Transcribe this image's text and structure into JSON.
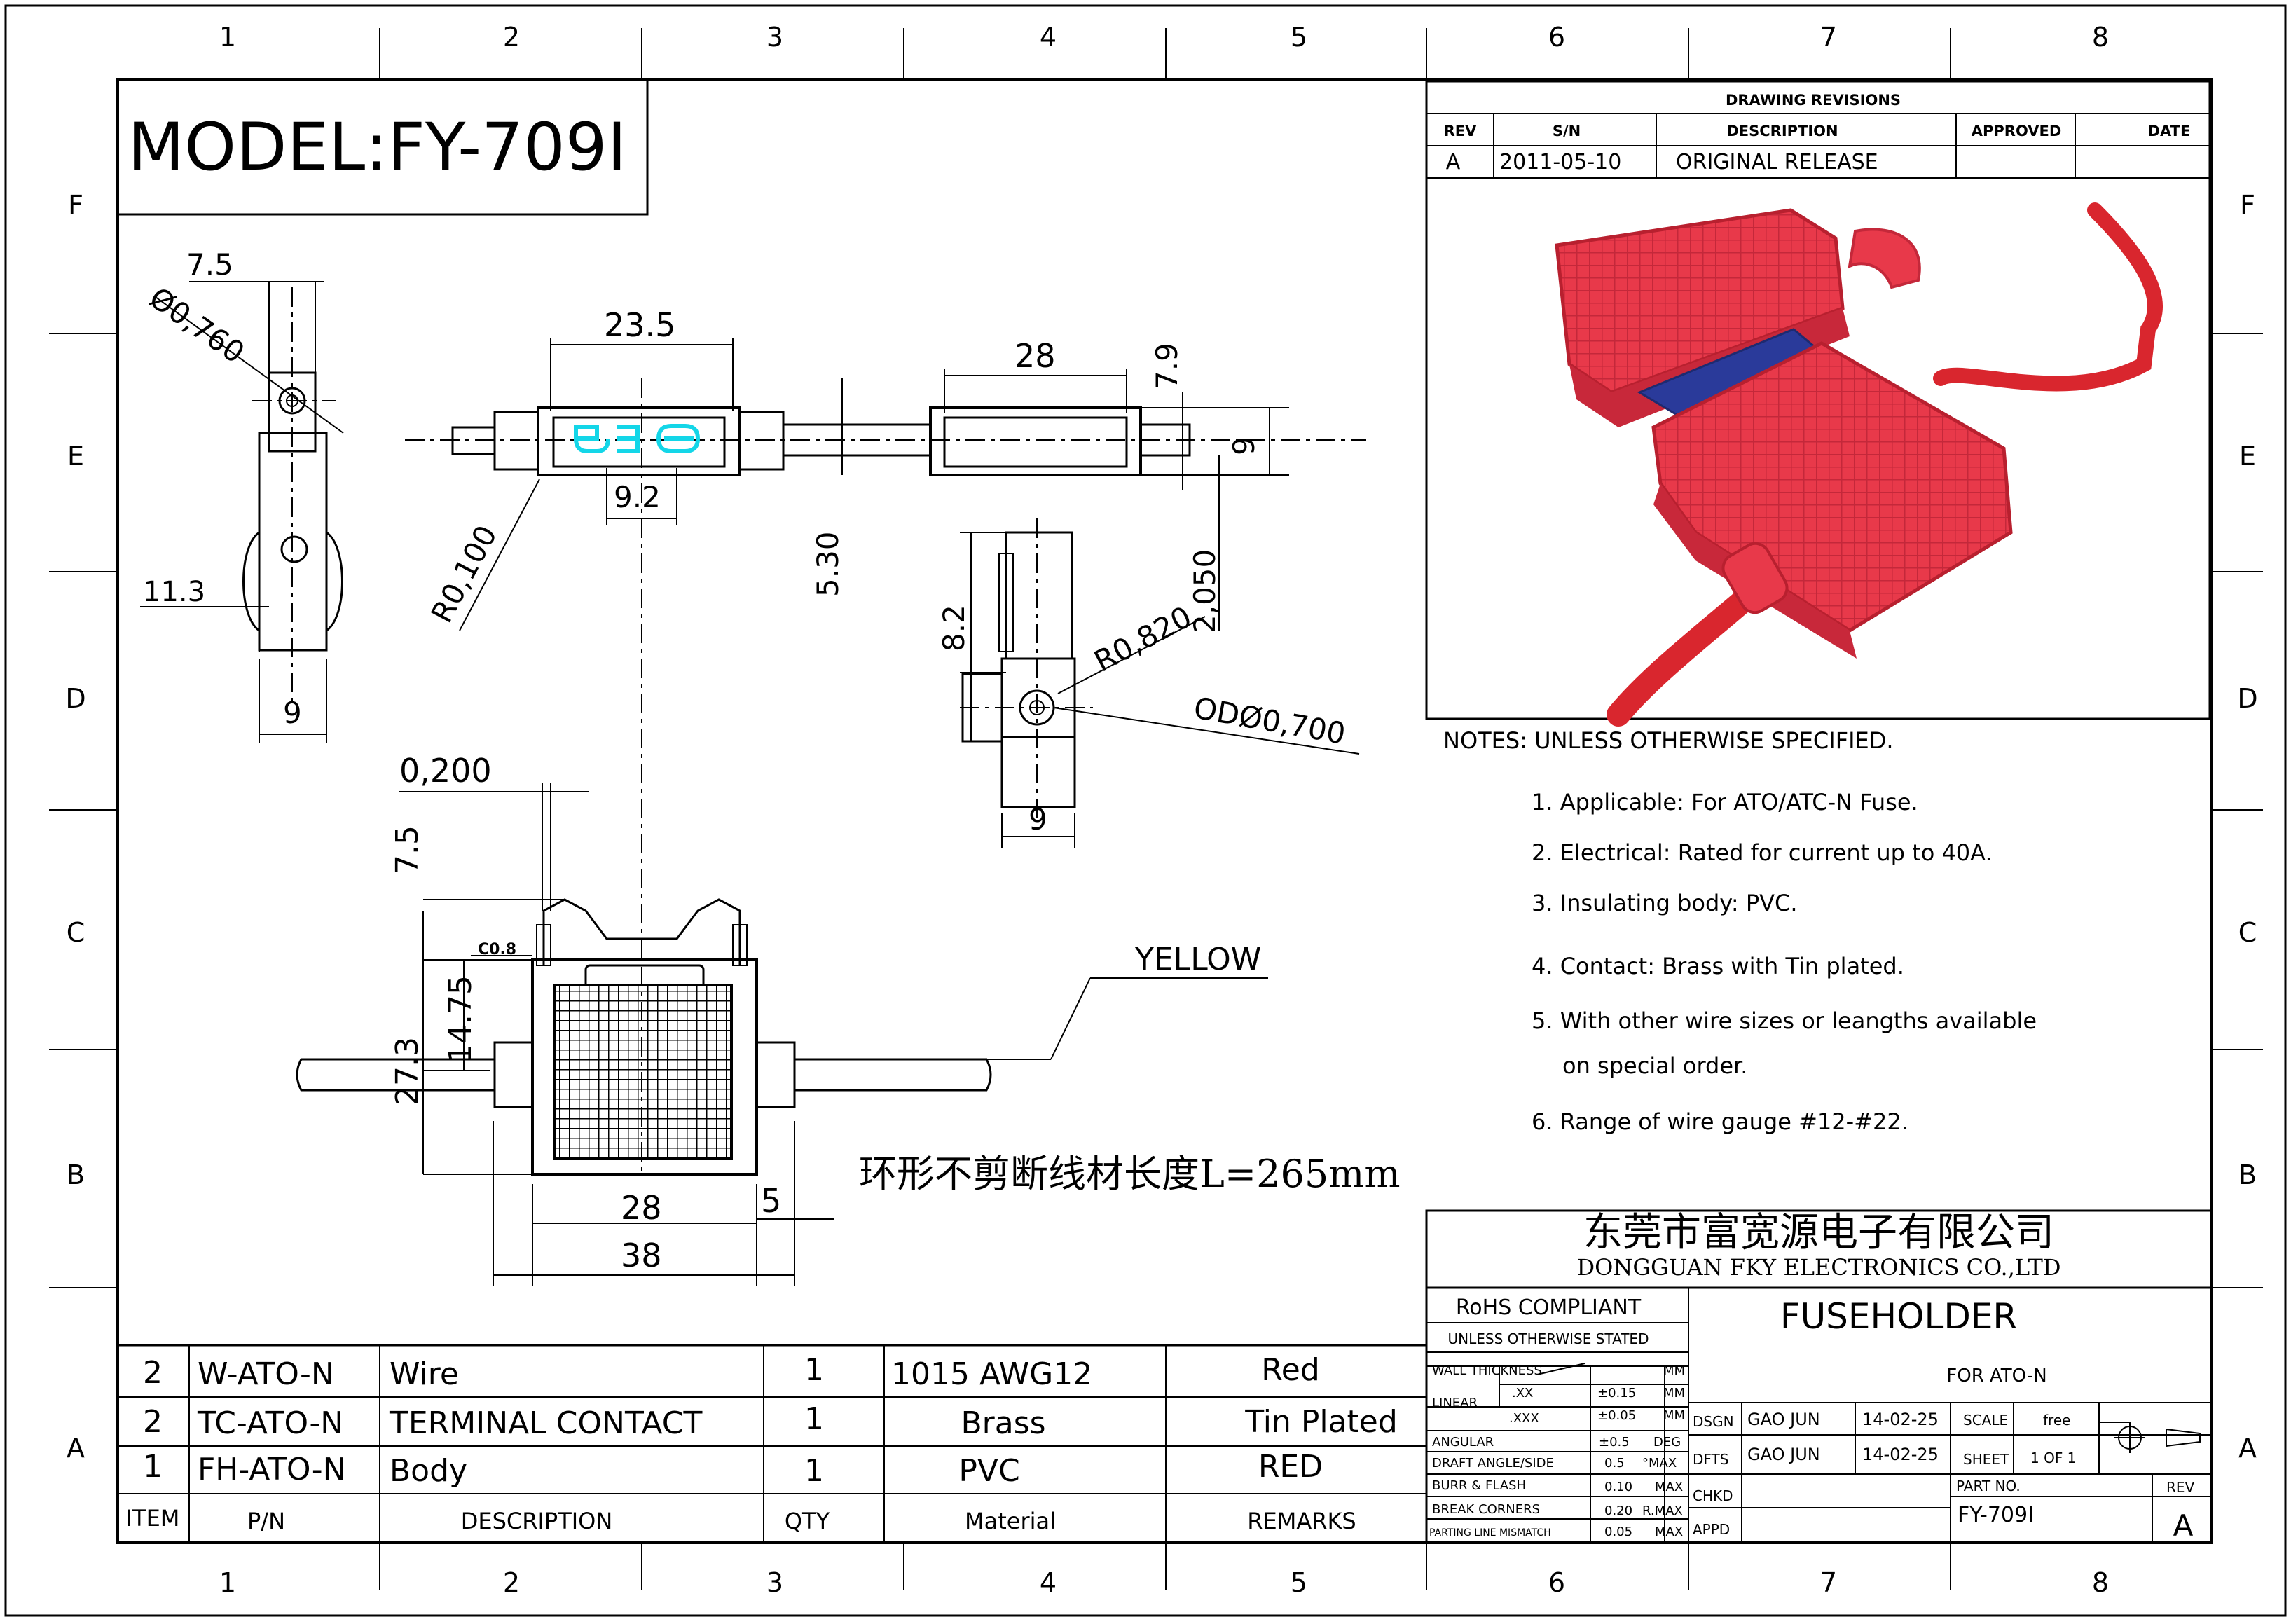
{
  "model_title": "MODEL:FY-709I",
  "zone_columns": [
    "1",
    "2",
    "3",
    "4",
    "5",
    "6",
    "7",
    "8"
  ],
  "zone_rows": [
    "F",
    "E",
    "D",
    "C",
    "B",
    "A"
  ],
  "revisions": {
    "header": "DRAWING REVISIONS",
    "columns": [
      "REV",
      "S/N",
      "DESCRIPTION",
      "APPROVED",
      "DATE"
    ],
    "rows": [
      [
        "A",
        "2011-05-10",
        "ORIGINAL RELEASE",
        "",
        ""
      ]
    ]
  },
  "photo": {
    "body_color": "#e8394a",
    "shade_color": "#c8283a",
    "wire_color": "#d9262e",
    "background": "#ffffff"
  },
  "notes": {
    "heading": "NOTES: UNLESS OTHERWISE SPECIFIED.",
    "items": [
      "1.  Applicable: For ATO/ATC-N Fuse.",
      "2. Electrical: Rated for current up to 40A.",
      "3. Insulating body: PVC.",
      "4. Contact: Brass with Tin plated.",
      "5. With other wire sizes or leangths available",
      "on special order.",
      "6. Range of wire gauge #12-#22."
    ]
  },
  "dimensions": {
    "top_left_7_5": "7.5",
    "top_left_dia": "Ø0,760",
    "d_11_3": "11.3",
    "d_9_left": "9",
    "d_23_5": "23.5",
    "d_9_2": "9.2",
    "d_r0100": "R0,100",
    "d_5_30": "5.30",
    "d_28_top": "28",
    "d_7_9": "7.9",
    "d_9_right": "9",
    "d_2_050": "2,050",
    "d_8_2": "8.2",
    "d_r0820": "R0,820",
    "d_od": "ODØ0,700",
    "d_9_mid": "9",
    "d_0_200": "0,200",
    "d_7_5_front": "7.5",
    "d_c0_8": "C0.8",
    "d_14_75": "14.75",
    "d_27_3": "27.3",
    "d_28_bottom": "28",
    "d_5": "5",
    "d_38": "38",
    "yellow_label": "YELLOW",
    "wire_length_note": "环形不剪断线材长度L=265mm"
  },
  "company": {
    "name_cn": "东莞市富宽源电子有限公司",
    "name_en": "DONGGUAN FKY ELECTRONICS CO.,LTD"
  },
  "title_block": {
    "rohs": "RoHS COMPLIANT",
    "unless": "UNLESS OTHERWISE STATED",
    "wall_thickness": "WALL THICKNESS",
    "mm": "MM",
    "linear": "LINEAR",
    "xx": ".XX",
    "xxx": ".XXX",
    "tol_xx": "±0.15",
    "tol_xxx": "±0.05",
    "angular": "ANGULAR",
    "tol_ang": "±0.5",
    "deg": "DEG",
    "draft": "DRAFT ANGLE/SIDE",
    "draft_val": "0.5",
    "draft_unit": "°MAX",
    "burr": "BURR & FLASH",
    "burr_val": "0.10",
    "burr_unit": "MAX",
    "break": "BREAK  CORNERS",
    "break_val": "0.20",
    "break_unit": "R.MAX",
    "parting": "PARTING LINE MISMATCH",
    "parting_val": "0.05",
    "parting_unit": "MAX",
    "product": "FUSEHOLDER",
    "for_fuse": "FOR ATO-N",
    "dsgn": "DSGN",
    "dfts": "DFTS",
    "chkd": "CHKD",
    "appd": "APPD",
    "dsgn_name": "GAO JUN",
    "dfts_name": "GAO JUN",
    "dsgn_date": "14-02-25",
    "dfts_date": "14-02-25",
    "scale": "SCALE",
    "scale_val": "free",
    "sheet": "SHEET",
    "sheet_val": "1 OF 1",
    "part_no_label": "PART NO.",
    "part_no": "FY-709I",
    "rev_label": "REV",
    "rev": "A"
  },
  "bom": {
    "header": [
      "ITEM",
      "P/N",
      "DESCRIPTION",
      "QTY",
      "Material",
      "REMARKS"
    ],
    "rows": [
      [
        "2",
        "W-ATO-N",
        "Wire",
        "1",
        "1015 AWG12",
        "Red"
      ],
      [
        "2",
        "TC-ATO-N",
        "TERMINAL CONTACT",
        "1",
        "Brass",
        "Tin Plated"
      ],
      [
        "1",
        "FH-ATO-N",
        "Body",
        "1",
        "PVC",
        "RED"
      ]
    ]
  }
}
